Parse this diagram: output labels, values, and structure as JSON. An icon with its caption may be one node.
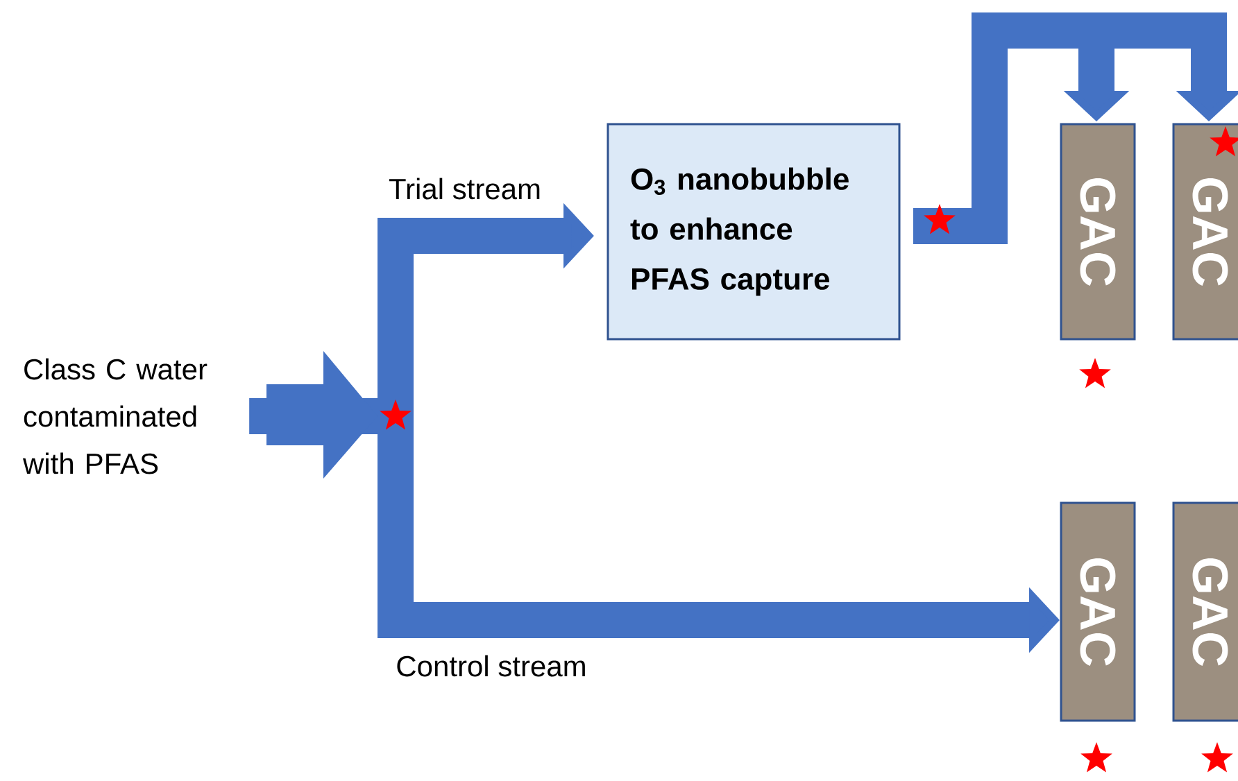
{
  "diagram": {
    "nodes": [
      {
        "text": [
          "Class C water contaminated with PFAS"
        ]
      },
      {
        "text": [
          "O$_{3}$ nanobubble to enhance PFAS capture"
        ]
      },
      {
        "text": [
          "GAC"
        ]
      },
      {
        "text": [
          "GAC"
        ]
      },
      {
        "text": [
          "GAC"
        ]
      },
      {
        "text": [
          "GAC"
        ]
      }
    ],
    "edges": [
      {
        "from": 0,
        "to": 1,
        "arrow": "to",
        "label": "Trial stream"
      },
      {
        "from": 0,
        "to": 4,
        "arrow": "to",
        "label": "Control stream"
      },
      {
        "from": 1,
        "to": 2,
        "arrow": "to"
      },
      {
        "from": 1,
        "to": 3,
        "arrow": "to"
      }
    ]
  }
}
